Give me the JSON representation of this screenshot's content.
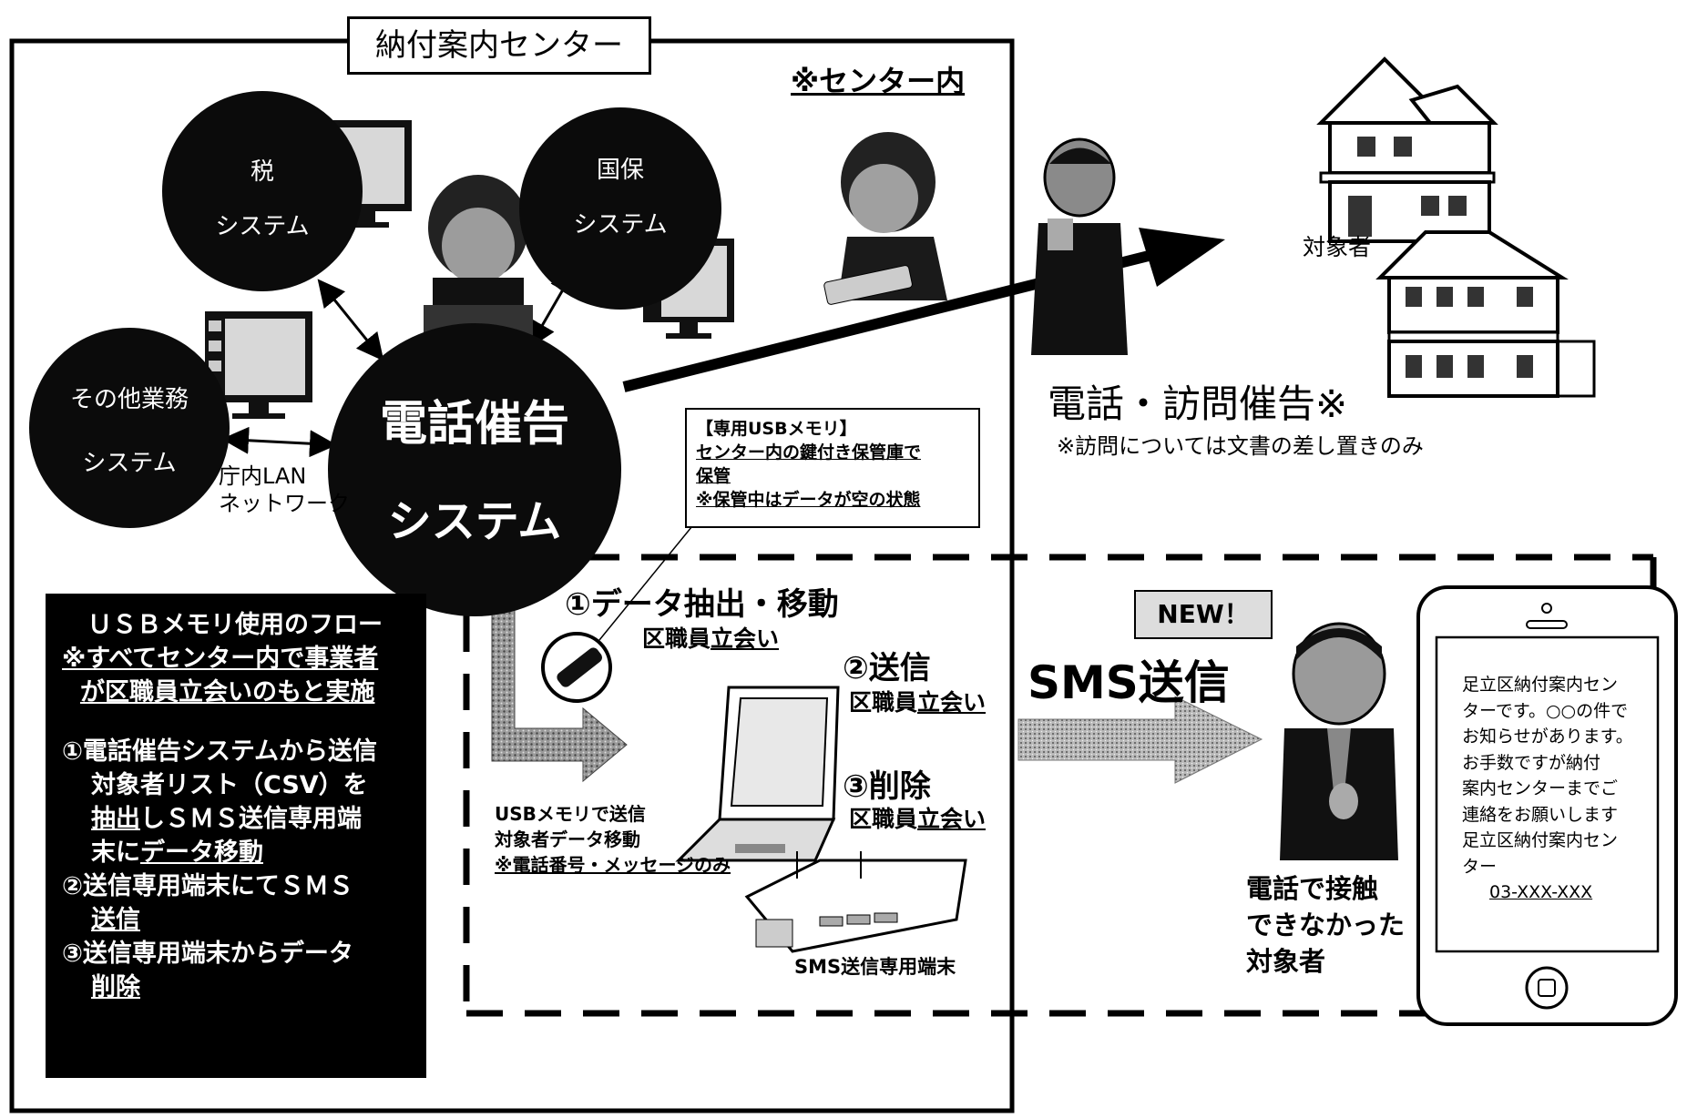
{
  "center": {
    "title": "納付案内センター",
    "inside_label": "※センター内"
  },
  "systems": {
    "tax": [
      "税",
      "システム"
    ],
    "kokuho": [
      "国保",
      "システム"
    ],
    "other": [
      "その他業務",
      "システム"
    ],
    "main": [
      "電話催告",
      "システム"
    ],
    "lan": [
      "庁内LAN",
      "ネットワーク"
    ]
  },
  "phone_visit": {
    "target_label": "対象者",
    "title": "電話・訪問催告※",
    "note": "※訪問については文書の差し置きのみ"
  },
  "usb_box": {
    "line1": "【専用USBメモリ】",
    "line2": "センター内の鍵付き保管庫で",
    "line3": "保管",
    "line4": "※保管中はデータが空の状態"
  },
  "flow_box": {
    "title": "ＵＳＢメモリ使用のフロー",
    "sub1": "※すべてセンター内で事業者",
    "sub2": "が区職員立会いのもと実施",
    "s1a": "①電話催告システムから送信",
    "s1b": "対象者リスト（CSV）を",
    "s1c_u": "抽出",
    "s1c": "しＳＭＳ送信専用端",
    "s1d_pre": "末に",
    "s1d_u": "データ移動",
    "s2a": "②送信専用端末にてＳＭＳ",
    "s2b": "送信",
    "s3a": "③送信専用端末からデータ",
    "s3b": "削除"
  },
  "steps": {
    "s1_title": "①データ抽出・移動",
    "s1_sub_pre": "区職員",
    "s1_sub_u": "立会い",
    "s2_title": "②送信",
    "s2_sub_pre": "区職員",
    "s2_sub_u": "立会い",
    "s3_title": "③削除",
    "s3_sub_pre": "区職員",
    "s3_sub_u": "立会い"
  },
  "usb_move": {
    "line1": "USBメモリで送信",
    "line2": "対象者データ移動",
    "line3": "※電話番号・メッセージのみ"
  },
  "terminal_label": "SMS送信専用端末",
  "sms": {
    "new_badge": "NEW！",
    "title": "SMS送信",
    "person_label": [
      "電話で接触",
      "できなかった",
      "対象者"
    ],
    "message": [
      "足立区納付案内セン",
      "ターです。○○の件で",
      "お知らせがあります。",
      "お手数ですが納付",
      "案内センターまでご",
      "連絡をお願いします",
      "足立区納付案内セン",
      "ター"
    ],
    "phone_number": "03-XXX-XXX"
  }
}
